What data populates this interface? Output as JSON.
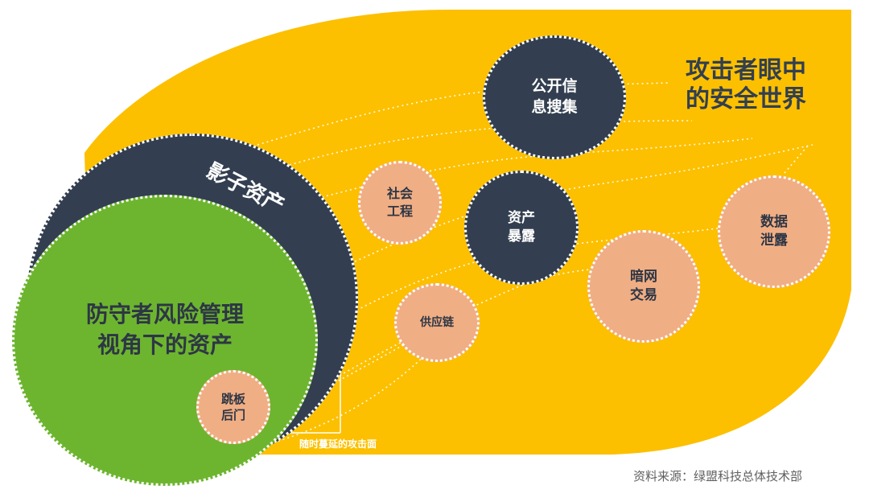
{
  "title": "攻击者眼中\n的安全世界",
  "shadow_assets_label": "影子资产",
  "defender_label": "防守者风险管理\n视角下的资产",
  "surface_label": "随时蔓延的攻击面",
  "source": "资料来源：绿盟科技总体技术部",
  "nodes": {
    "public_info": "公开信\n息搜集",
    "social_eng": "社会\n工程",
    "asset_exposure": "资产\n暴露",
    "data_leak": "数据\n泄露",
    "darknet": "暗网\n交易",
    "supply_chain": "供应链",
    "backdoor": "跳板\n后门"
  },
  "colors": {
    "yellow": "#fcc000",
    "dark": "#333f50",
    "green": "#6db52f",
    "peach": "#f0ae84"
  }
}
